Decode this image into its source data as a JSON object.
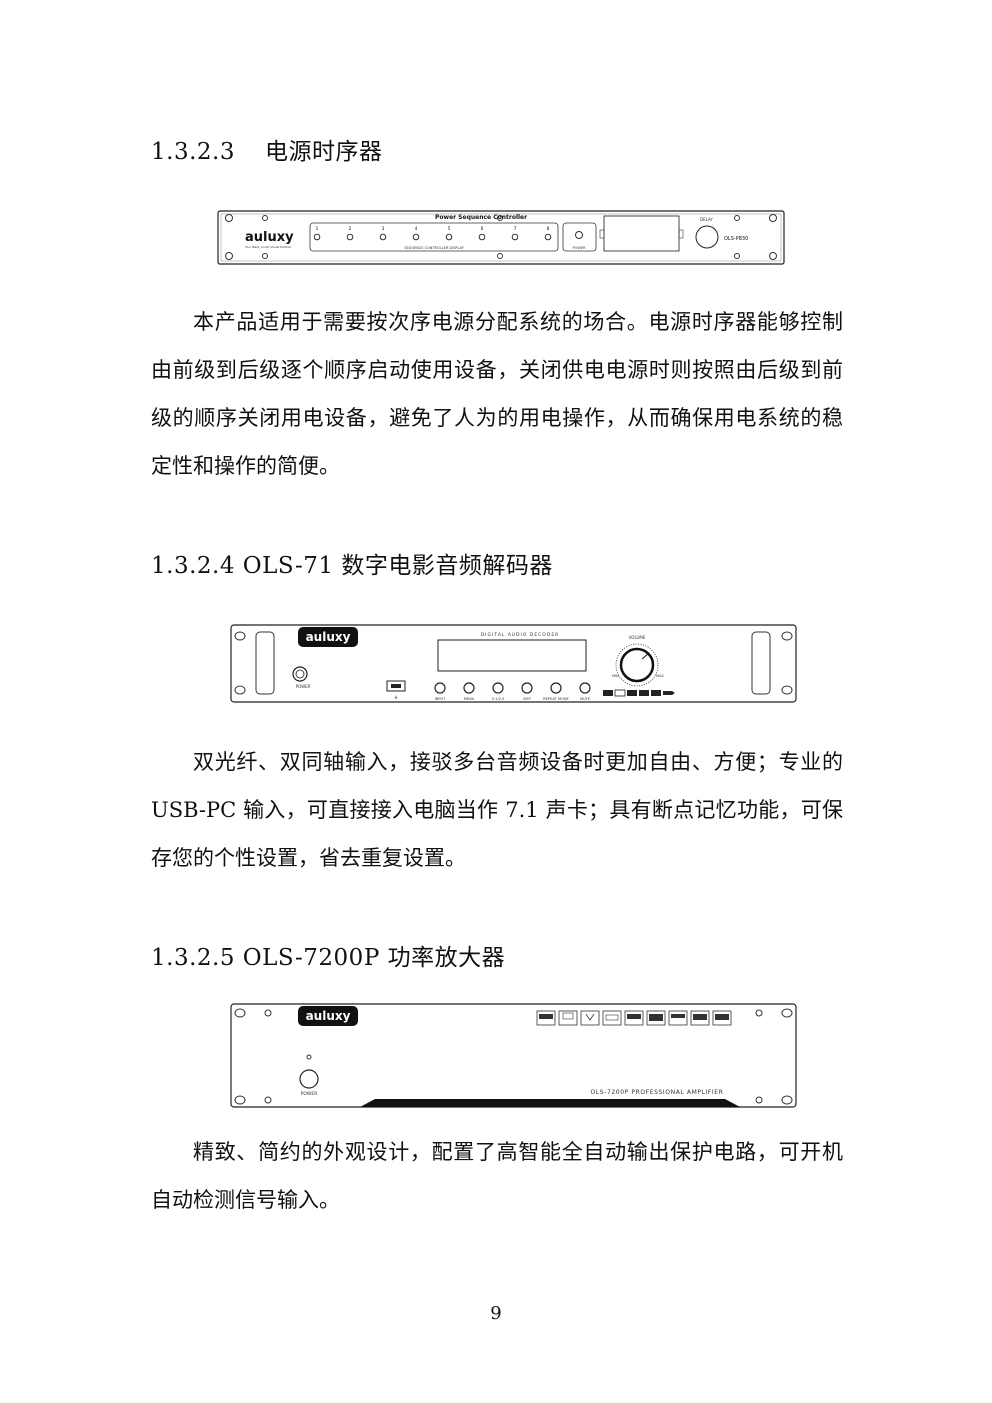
{
  "sections": [
    {
      "number": "1.3.2.3",
      "title": "电源时序器",
      "device": {
        "brand": "auluxy",
        "tagline": "Your Best, Audio Visual Partner",
        "panel_title": "Power Sequence Controller",
        "channels": [
          "1",
          "2",
          "3",
          "4",
          "5",
          "6",
          "7",
          "8"
        ],
        "channels_caption": "SEQUENCE CONTROLLER DISPLAY",
        "power_label": "POWER",
        "display_label": "DELAY",
        "model": "OLS-P830"
      },
      "paragraph": "本产品适用于需要按次序电源分配系统的场合。电源时序器能够控制由前级到后级逐个顺序启动使用设备，关闭供电电源时则按照由后级到前级的顺序关闭用电设备，避免了人为的用电操作，从而确保用电系统的稳定性和操作的简便。"
    },
    {
      "number": "1.3.2.4",
      "title": "OLS-71 数字电影音频解码器",
      "device": {
        "brand": "auluxy",
        "display_label": "DIGITAL AUDIO DECODER",
        "power_label": "POWER",
        "buttons": [
          "INPUT",
          "MENU",
          "5.1/2.0",
          "DSP",
          "REPEAT MODE",
          "MUTE"
        ],
        "knob_label": "VOLUME",
        "knob_min": "MIN",
        "knob_max": "MAX"
      },
      "paragraph": "双光纤、双同轴输入，接驳多台音频设备时更加自由、方便；专业的 USB-PC 输入，可直接接入电脑当作 7.1 声卡；具有断点记忆功能，可保存您的个性设置，省去重复设置。"
    },
    {
      "number": "1.3.2.5",
      "title": "OLS-7200P 功率放大器",
      "device": {
        "brand": "auluxy",
        "power_label": "POWER",
        "model_text": "OLS-7200P PROFESSIONAL AMPLIFIER"
      },
      "paragraph": "精致、简约的外观设计，配置了高智能全自动输出保护电路，可开机自动检测信号输入。"
    }
  ],
  "page_number": "9"
}
